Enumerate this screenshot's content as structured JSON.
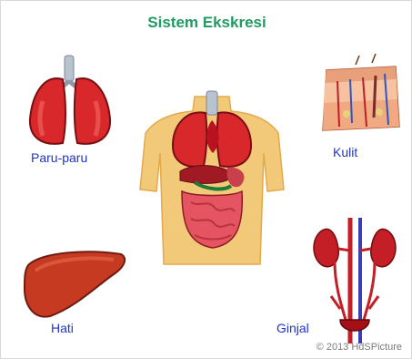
{
  "title": "Sistem Ekskresi",
  "organs": {
    "lungs": "Paru-paru",
    "skin": "Kulit",
    "liver": "Hati",
    "kidney": "Ginjal"
  },
  "credit": "© 2013 HdSPicture",
  "icons": {
    "lungs": "lungs-icon",
    "skin": "skin-cross-section-icon",
    "liver": "liver-icon",
    "kidney": "kidney-urinary-icon",
    "body": "human-torso-organs-icon"
  },
  "colors": {
    "title": "#1f9a63",
    "label": "#1e34c8",
    "organ_red": "#d8282b",
    "skin_tone": "#f2c879"
  }
}
